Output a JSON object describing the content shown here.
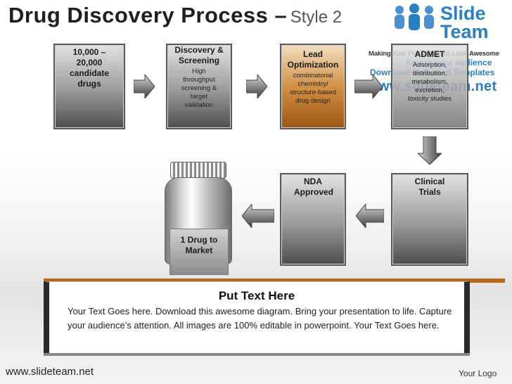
{
  "title": {
    "main": "Drug Discovery Process –",
    "style": "Style 2"
  },
  "logo": {
    "brand_line1": "Slide",
    "brand_line2": "Team",
    "tagline": "Making Your Presentations Look Awesome",
    "overlay_line1": "Amaze your audience",
    "overlay_line2": "Download Unlimited Templates",
    "url": "www.slideteam.net"
  },
  "steps": [
    {
      "title": "10,000 – 20,000 candidate drugs",
      "detail": ""
    },
    {
      "title": "Discovery & Screening",
      "detail": "High throughput screening & target validation"
    },
    {
      "title": "Lead Optimization",
      "detail": "combinatorial chemistry/ structure-based drug design"
    },
    {
      "title": "ADMET",
      "detail": "Adsorption, distribution, metabolism, excretion, toxicity studies"
    },
    {
      "title": "Clinical Trials",
      "detail": ""
    },
    {
      "title": "NDA Approved",
      "detail": ""
    },
    {
      "title": "1 Drug to Market",
      "detail": ""
    }
  ],
  "panel": {
    "title": "Put Text Here",
    "text": "Your Text Goes here. Download this awesome diagram. Bring your presentation to life. Capture your audience’s attention. All images are 100% editable in powerpoint. Your Text Goes here."
  },
  "footer": {
    "url": "www.slideteam.net",
    "logo": "Your Logo"
  },
  "colors": {
    "accent": "#b86a1c",
    "highlight_box": "#cf8a3c",
    "brand_blue": "#2a7fc0"
  }
}
